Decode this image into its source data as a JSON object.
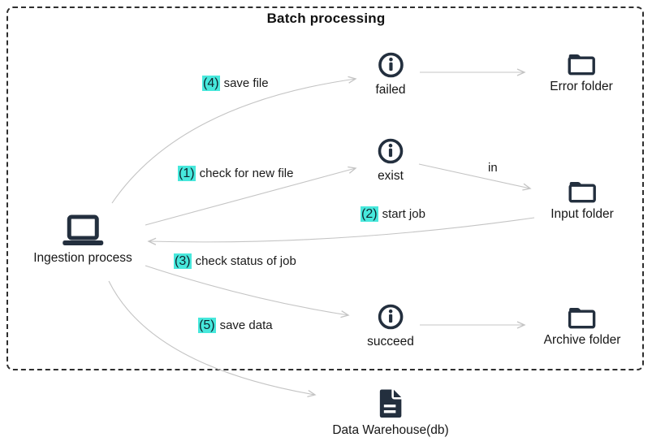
{
  "diagram": {
    "title": "Batch processing",
    "colors": {
      "highlight": "#47E8DC",
      "icon_dark": "#232F3E",
      "arrow_gray": "#C4C4C4",
      "border_dark": "#2E2E2E"
    },
    "nodes": {
      "ingestion": {
        "label": "Ingestion process",
        "icon": "laptop-icon"
      },
      "failed": {
        "label": "failed",
        "icon": "info-icon"
      },
      "exist": {
        "label": "exist",
        "icon": "info-icon"
      },
      "succeed": {
        "label": "succeed",
        "icon": "info-icon"
      },
      "error_folder": {
        "label": "Error folder",
        "icon": "folder-icon"
      },
      "input_folder": {
        "label": "Input folder",
        "icon": "folder-icon"
      },
      "archive_folder": {
        "label": "Archive folder",
        "icon": "folder-icon"
      },
      "data_warehouse": {
        "label": "Data Warehouse(db)",
        "icon": "document-icon"
      }
    },
    "edge_labels": {
      "step1": {
        "num": "(1)",
        "text": "check for new file"
      },
      "step2": {
        "num": "(2)",
        "text": "start job"
      },
      "step3": {
        "num": "(3)",
        "text": "check status of job"
      },
      "step4": {
        "num": "(4)",
        "text": "save file"
      },
      "step5": {
        "num": "(5)",
        "text": "save data"
      },
      "in_label": {
        "text": "in"
      }
    },
    "edges": [
      {
        "from": "ingestion",
        "to": "failed",
        "label": "(4) save file"
      },
      {
        "from": "ingestion",
        "to": "exist",
        "label": "(1) check for new file"
      },
      {
        "from": "exist",
        "to": "input_folder",
        "label": "in"
      },
      {
        "from": "input_folder",
        "to": "ingestion",
        "label": "(2) start job"
      },
      {
        "from": "ingestion",
        "to": "succeed",
        "label": "(3) check status of job"
      },
      {
        "from": "ingestion",
        "to": "data_warehouse",
        "label": "(5) save data"
      },
      {
        "from": "failed",
        "to": "error_folder",
        "label": ""
      },
      {
        "from": "succeed",
        "to": "archive_folder",
        "label": ""
      }
    ]
  }
}
